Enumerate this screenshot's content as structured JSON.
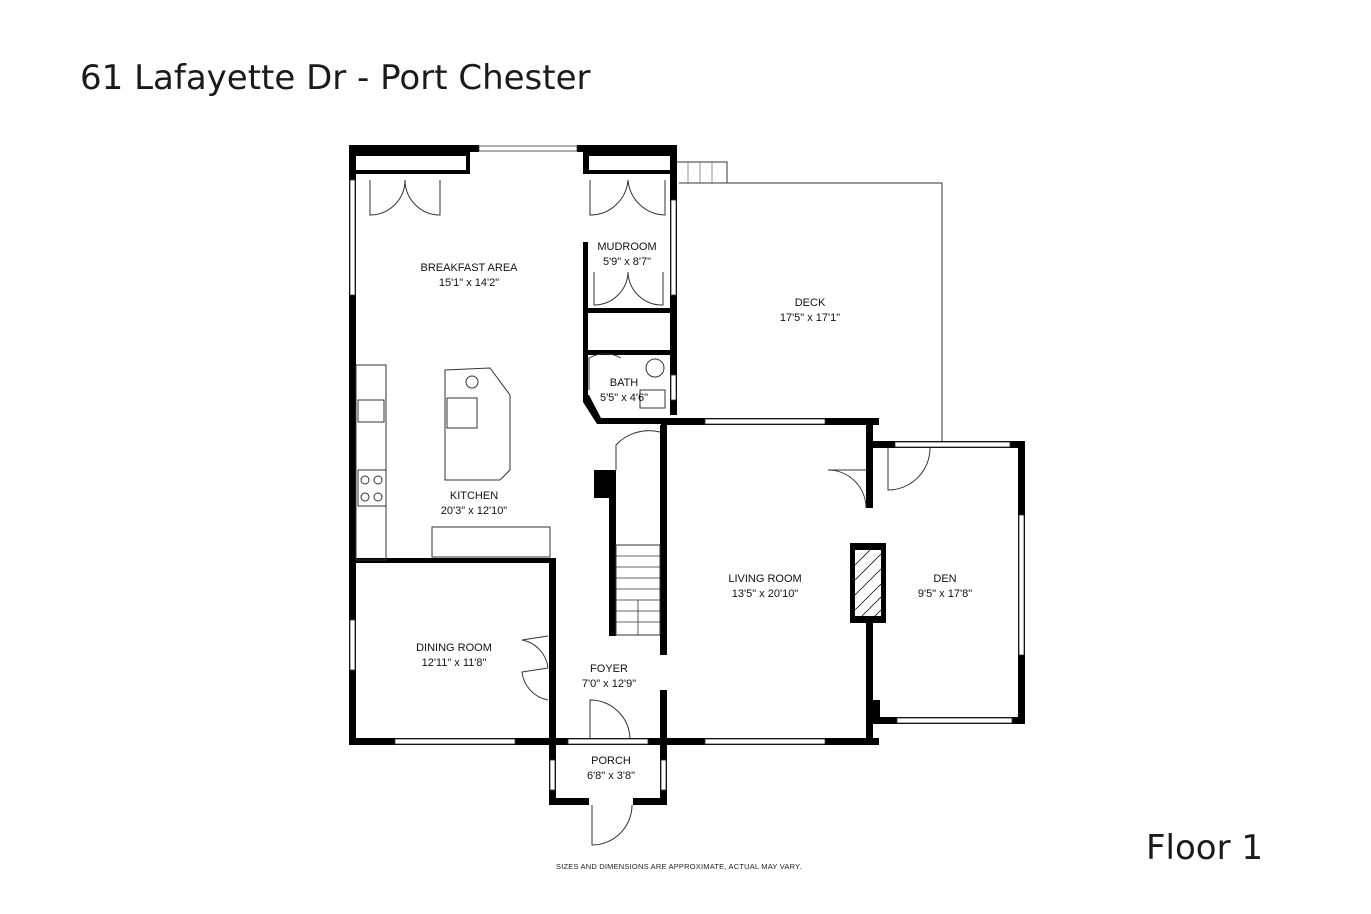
{
  "title": "61 Lafayette Dr - Port Chester",
  "floor_label": "Floor 1",
  "disclaimer": "SIZES AND DIMENSIONS ARE APPROXIMATE, ACTUAL MAY VARY.",
  "rooms": {
    "breakfast": {
      "name": "BREAKFAST AREA",
      "dims": "15'1\" x 14'2\""
    },
    "mudroom": {
      "name": "MUDROOM",
      "dims": "5'9\" x 8'7\""
    },
    "deck": {
      "name": "DECK",
      "dims": "17'5\" x 17'1\""
    },
    "bath": {
      "name": "BATH",
      "dims": "5'5\" x 4'6\""
    },
    "kitchen": {
      "name": "KITCHEN",
      "dims": "20'3\" x 12'10\""
    },
    "living": {
      "name": "LIVING ROOM",
      "dims": "13'5\" x 20'10\""
    },
    "den": {
      "name": "DEN",
      "dims": "9'5\" x 17'8\""
    },
    "dining": {
      "name": "DINING ROOM",
      "dims": "12'11\" x 11'8\""
    },
    "foyer": {
      "name": "FOYER",
      "dims": "7'0\" x 12'9\""
    },
    "porch": {
      "name": "PORCH",
      "dims": "6'8\" x 3'8\""
    }
  }
}
